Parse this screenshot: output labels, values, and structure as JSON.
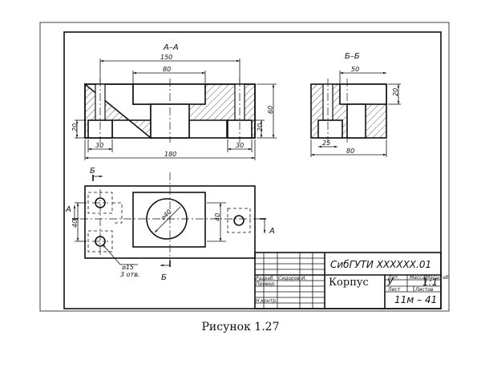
{
  "sections": {
    "a_a": "А–А",
    "b_b": "Б–Б"
  },
  "dimensions": {
    "d150": "150",
    "d80_top": "80",
    "d60": "60",
    "d20_left": "20",
    "d20_right": "20",
    "d30_left": "30",
    "d30_right": "30",
    "d180": "180",
    "d50": "50",
    "d20_bb": "20",
    "d25": "25",
    "d80_bb": "80",
    "d40_left": "40",
    "d40_right": "40",
    "circle_dia": "⌀40",
    "hole_dia": "⌀15",
    "holes_count": "3 отв."
  },
  "cut_marks": {
    "b_top": "Б",
    "b_bottom": "Б",
    "a_left": "А",
    "a_right": "А"
  },
  "title_block": {
    "organization": "СибГУТИ ХХХХХХ.01",
    "part_name": "Корпус",
    "row_developed": "Разраб.",
    "row_checked": "Провер.",
    "row_norm_control": "Н.контр.",
    "developer_name": "Сидоров И.",
    "col_letter": "Лит.",
    "col_mass": "Масса",
    "col_scale": "Масштаб",
    "letter_value": "У",
    "scale_value": "1:1",
    "col_sheet": "Лист",
    "col_sheets": "Листов",
    "group": "11м – 41"
  },
  "caption": "Рисунок 1.27"
}
